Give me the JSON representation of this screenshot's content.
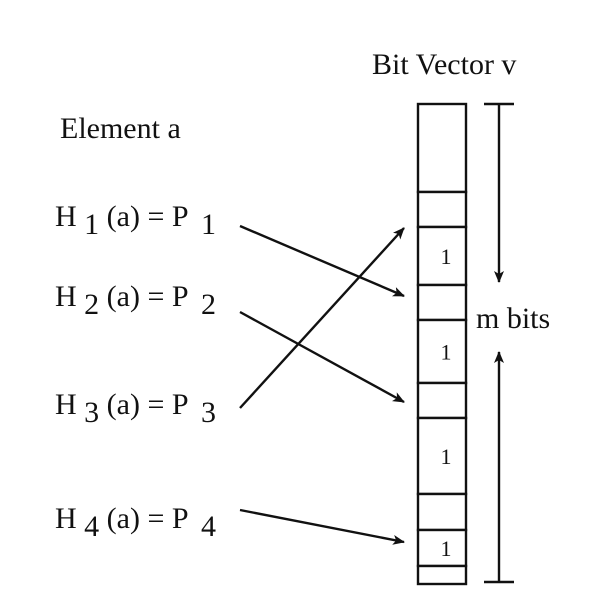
{
  "title": "Bit Vector v",
  "element_label": "Element  a",
  "size_label": "m bits",
  "bit_value": "1",
  "hash_functions": [
    {
      "h": "H",
      "idx": "1",
      "mid": "(a) = P",
      "pidx": "1",
      "target_cell": 4
    },
    {
      "h": "H",
      "idx": "2",
      "mid": "(a) = P",
      "pidx": "2",
      "target_cell": 6
    },
    {
      "h": "H",
      "idx": "3",
      "mid": "(a) = P",
      "pidx": "3",
      "target_cell": 2
    },
    {
      "h": "H",
      "idx": "4",
      "mid": "(a) = P",
      "pidx": "4",
      "target_cell": 8
    }
  ],
  "cells": [
    "0",
    "0",
    "1",
    "0",
    "1",
    "0",
    "1",
    "0",
    "1",
    "0"
  ]
}
